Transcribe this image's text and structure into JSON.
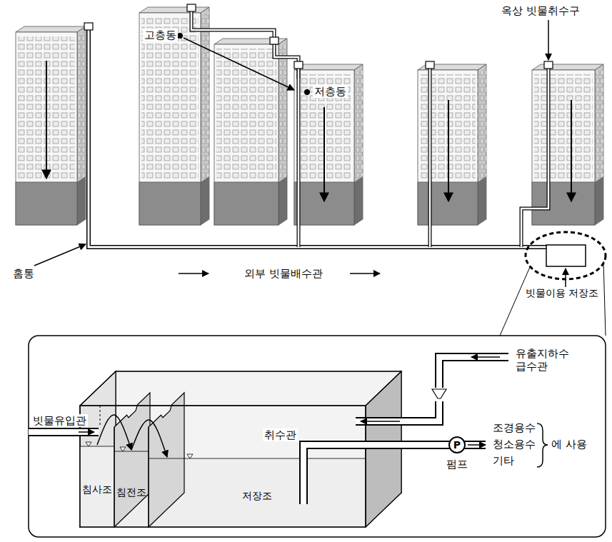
{
  "diagram": {
    "nodes": [
      {
        "text": [
          "침사조"
        ]
      },
      {
        "text": [
          "침전조"
        ]
      },
      {
        "text": [
          "저장조"
        ]
      },
      {
        "text": [
          "P",
          "펌프"
        ]
      }
    ],
    "edges": [
      {
        "from": 0,
        "to": 1,
        "arrow": "to"
      },
      {
        "from": 1,
        "to": 2,
        "arrow": "to"
      }
    ],
    "labels": [
      "고층동",
      "저층동",
      "옥상 빗물취수구",
      "홈통",
      "외부 빗물배수관",
      "빗물이용 저장조",
      "유출지하수 급수관",
      "빗물유입관",
      "취수관",
      "조경용수",
      "청소용수",
      "기타",
      "에 사용"
    ]
  }
}
